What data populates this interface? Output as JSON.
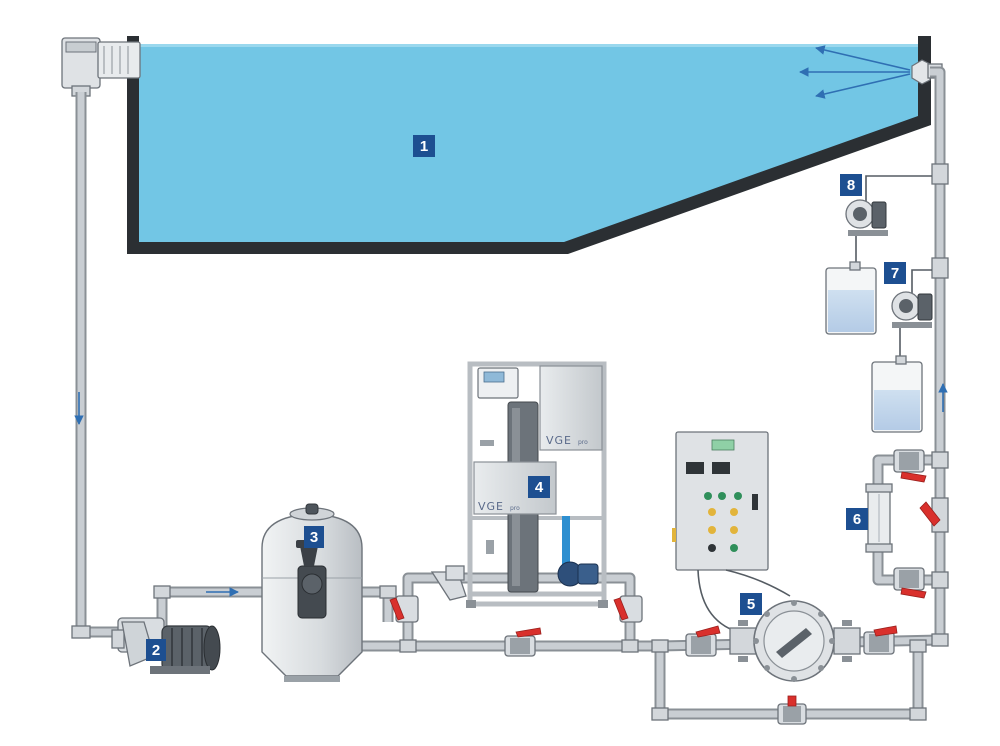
{
  "diagram": {
    "labels": {
      "pool": "1",
      "pump": "2",
      "filter": "3",
      "generator": "4",
      "reactor": "5",
      "heat_exchanger": "6",
      "dosing_pump_lower": "7",
      "dosing_pump_upper": "8"
    },
    "unit_logo_top": "VGE",
    "unit_logo_top_sub": "pro",
    "unit_logo_main": "VGE",
    "unit_logo_main_sub": "pro"
  },
  "colors": {
    "water": "#72c6e5",
    "pool_wall": "#2b2f33",
    "badge": "#1d4f91",
    "pipe": "#8a9096",
    "valve_handle": "#d9302c",
    "flow_arrow": "#2f6fb3",
    "cabinet": "#d6dadd"
  }
}
